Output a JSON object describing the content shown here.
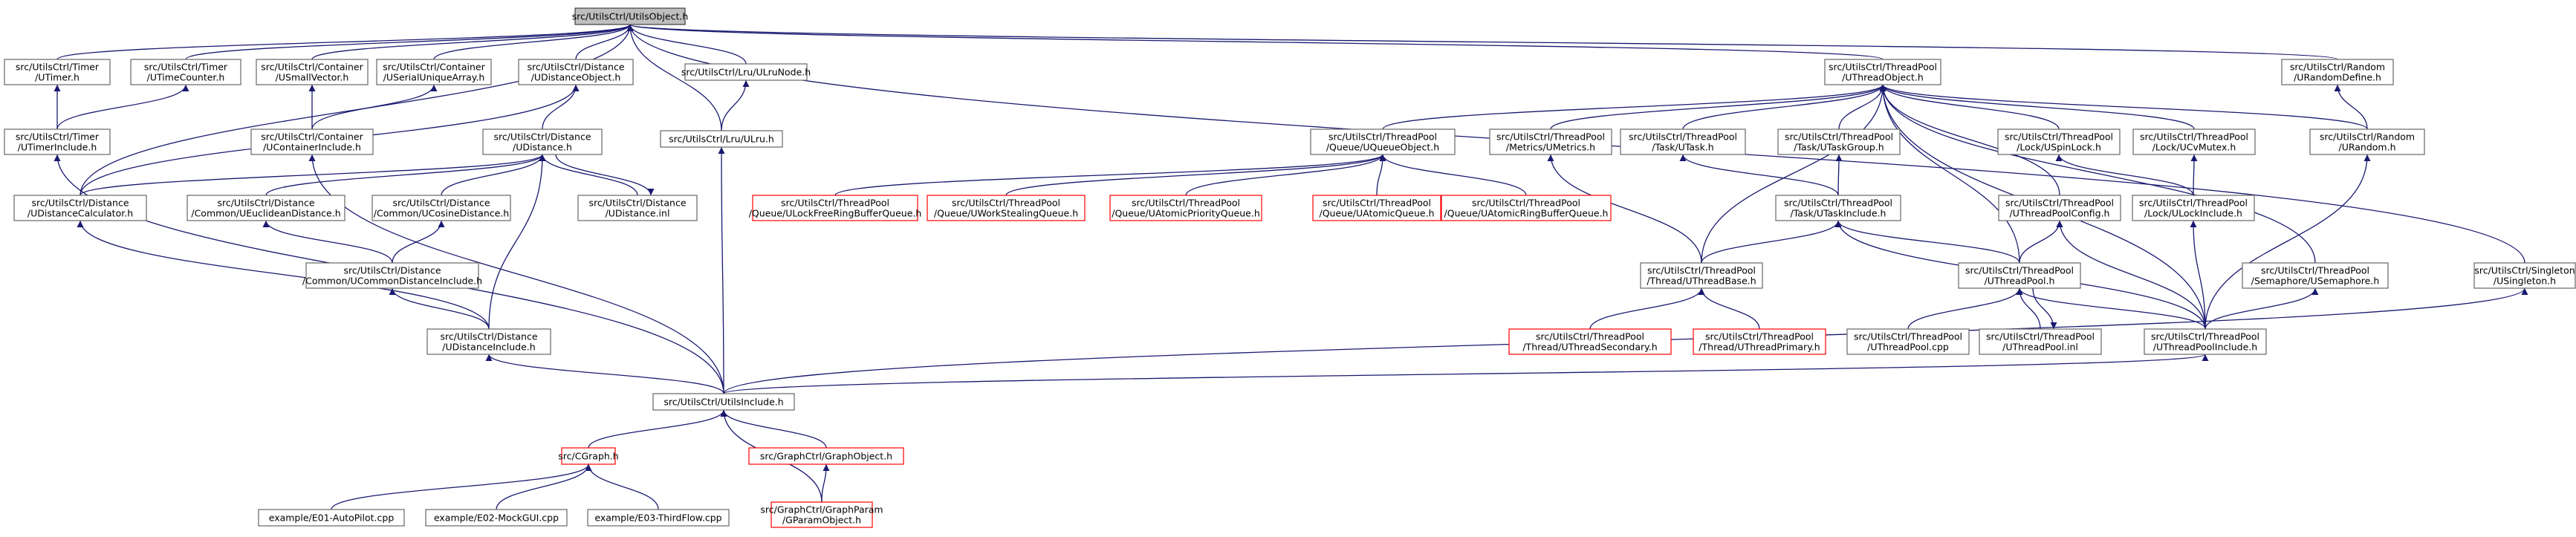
{
  "diagram": {
    "type": "include-dependency-graph",
    "colors": {
      "edge": "#191970",
      "node_border": "#666666",
      "node_border_incomplete": "#ff0000",
      "root_fill": "#bfbfbf",
      "background": "#ffffff"
    },
    "nodes": [
      {
        "id": "root",
        "lines": [
          "src/UtilsCtrl/UtilsObject.h"
        ],
        "style": "root"
      },
      {
        "id": "timer",
        "lines": [
          "src/UtilsCtrl/Timer",
          "/UTimer.h"
        ]
      },
      {
        "id": "timecounter",
        "lines": [
          "src/UtilsCtrl/Timer",
          "/UTimeCounter.h"
        ]
      },
      {
        "id": "smallvector",
        "lines": [
          "src/UtilsCtrl/Container",
          "/USmallVector.h"
        ]
      },
      {
        "id": "serialarray",
        "lines": [
          "src/UtilsCtrl/Container",
          "/USerialUniqueArray.h"
        ]
      },
      {
        "id": "distobject",
        "lines": [
          "src/UtilsCtrl/Distance",
          "/UDistanceObject.h"
        ]
      },
      {
        "id": "lrunode",
        "lines": [
          "src/UtilsCtrl/Lru/ULruNode.h"
        ]
      },
      {
        "id": "tpobject",
        "lines": [
          "src/UtilsCtrl/ThreadPool",
          "/UThreadObject.h"
        ]
      },
      {
        "id": "randomdefine",
        "lines": [
          "src/UtilsCtrl/Random",
          "/URandomDefine.h"
        ]
      },
      {
        "id": "timerinclude",
        "lines": [
          "src/UtilsCtrl/Timer",
          "/UTimerInclude.h"
        ]
      },
      {
        "id": "containerinclude",
        "lines": [
          "src/UtilsCtrl/Container",
          "/UContainerInclude.h"
        ]
      },
      {
        "id": "distance",
        "lines": [
          "src/UtilsCtrl/Distance",
          "/UDistance.h"
        ]
      },
      {
        "id": "lru",
        "lines": [
          "src/UtilsCtrl/Lru/ULru.h"
        ]
      },
      {
        "id": "queueobject",
        "lines": [
          "src/UtilsCtrl/ThreadPool",
          "/Queue/UQueueObject.h"
        ]
      },
      {
        "id": "metrics",
        "lines": [
          "src/UtilsCtrl/ThreadPool",
          "/Metrics/UMetrics.h"
        ]
      },
      {
        "id": "task",
        "lines": [
          "src/UtilsCtrl/ThreadPool",
          "/Task/UTask.h"
        ]
      },
      {
        "id": "taskgroup",
        "lines": [
          "src/UtilsCtrl/ThreadPool",
          "/Task/UTaskGroup.h"
        ]
      },
      {
        "id": "spinlock",
        "lines": [
          "src/UtilsCtrl/ThreadPool",
          "/Lock/USpinLock.h"
        ]
      },
      {
        "id": "cvmutex",
        "lines": [
          "src/UtilsCtrl/ThreadPool",
          "/Lock/UCvMutex.h"
        ]
      },
      {
        "id": "random",
        "lines": [
          "src/UtilsCtrl/Random",
          "/URandom.h"
        ]
      },
      {
        "id": "distcalc",
        "lines": [
          "src/UtilsCtrl/Distance",
          "/UDistanceCalculator.h"
        ]
      },
      {
        "id": "euclid",
        "lines": [
          "src/UtilsCtrl/Distance",
          "/Common/UEuclideanDistance.h"
        ]
      },
      {
        "id": "cosine",
        "lines": [
          "src/UtilsCtrl/Distance",
          "/Common/UCosineDistance.h"
        ]
      },
      {
        "id": "distinl",
        "lines": [
          "src/UtilsCtrl/Distance",
          "/UDistance.inl"
        ]
      },
      {
        "id": "lockfree",
        "lines": [
          "src/UtilsCtrl/ThreadPool",
          "/Queue/ULockFreeRingBufferQueue.h"
        ],
        "style": "red"
      },
      {
        "id": "workstealing",
        "lines": [
          "src/UtilsCtrl/ThreadPool",
          "/Queue/UWorkStealingQueue.h"
        ],
        "style": "red"
      },
      {
        "id": "atomicpriority",
        "lines": [
          "src/UtilsCtrl/ThreadPool",
          "/Queue/UAtomicPriorityQueue.h"
        ],
        "style": "red"
      },
      {
        "id": "atomicqueue",
        "lines": [
          "src/UtilsCtrl/ThreadPool",
          "/Queue/UAtomicQueue.h"
        ],
        "style": "red"
      },
      {
        "id": "atomicring",
        "lines": [
          "src/UtilsCtrl/ThreadPool",
          "/Queue/UAtomicRingBufferQueue.h"
        ],
        "style": "red"
      },
      {
        "id": "taskinclude",
        "lines": [
          "src/UtilsCtrl/ThreadPool",
          "/Task/UTaskInclude.h"
        ]
      },
      {
        "id": "tpconfig",
        "lines": [
          "src/UtilsCtrl/ThreadPool",
          "/UThreadPoolConfig.h"
        ]
      },
      {
        "id": "lockinclude",
        "lines": [
          "src/UtilsCtrl/ThreadPool",
          "/Lock/ULockInclude.h"
        ]
      },
      {
        "id": "commondist",
        "lines": [
          "src/UtilsCtrl/Distance",
          "/Common/UCommonDistanceInclude.h"
        ]
      },
      {
        "id": "threadbase",
        "lines": [
          "src/UtilsCtrl/ThreadPool",
          "/Thread/UThreadBase.h"
        ]
      },
      {
        "id": "threadpool",
        "lines": [
          "src/UtilsCtrl/ThreadPool",
          "/UThreadPool.h"
        ]
      },
      {
        "id": "semaphore",
        "lines": [
          "src/UtilsCtrl/ThreadPool",
          "/Semaphore/USemaphore.h"
        ]
      },
      {
        "id": "singleton",
        "lines": [
          "src/UtilsCtrl/Singleton",
          "/USingleton.h"
        ]
      },
      {
        "id": "distinclude",
        "lines": [
          "src/UtilsCtrl/Distance",
          "/UDistanceInclude.h"
        ]
      },
      {
        "id": "threadsecondary",
        "lines": [
          "src/UtilsCtrl/ThreadPool",
          "/Thread/UThreadSecondary.h"
        ],
        "style": "red"
      },
      {
        "id": "threadprimary",
        "lines": [
          "src/UtilsCtrl/ThreadPool",
          "/Thread/UThreadPrimary.h"
        ],
        "style": "red"
      },
      {
        "id": "tpcpp",
        "lines": [
          "src/UtilsCtrl/ThreadPool",
          "/UThreadPool.cpp"
        ]
      },
      {
        "id": "tpinl",
        "lines": [
          "src/UtilsCtrl/ThreadPool",
          "/UThreadPool.inl"
        ]
      },
      {
        "id": "tpinclude",
        "lines": [
          "src/UtilsCtrl/ThreadPool",
          "/UThreadPoolInclude.h"
        ]
      },
      {
        "id": "utilsinclude",
        "lines": [
          "src/UtilsCtrl/UtilsInclude.h"
        ]
      },
      {
        "id": "cgraph",
        "lines": [
          "src/CGraph.h"
        ],
        "style": "red"
      },
      {
        "id": "graphobject",
        "lines": [
          "src/GraphCtrl/GraphObject.h"
        ],
        "style": "red"
      },
      {
        "id": "graphparam",
        "lines": [
          "src/GraphCtrl/GraphParam",
          "/GParamObject.h"
        ],
        "style": "red"
      },
      {
        "id": "e01",
        "lines": [
          "example/E01-AutoPilot.cpp"
        ]
      },
      {
        "id": "e02",
        "lines": [
          "example/E02-MockGUI.cpp"
        ]
      },
      {
        "id": "e03",
        "lines": [
          "example/E03-ThirdFlow.cpp"
        ]
      }
    ],
    "edges": [
      [
        "root",
        "timer"
      ],
      [
        "root",
        "timecounter"
      ],
      [
        "root",
        "smallvector"
      ],
      [
        "root",
        "serialarray"
      ],
      [
        "root",
        "distobject"
      ],
      [
        "root",
        "lrunode"
      ],
      [
        "root",
        "lru"
      ],
      [
        "root",
        "tpobject"
      ],
      [
        "root",
        "randomdefine"
      ],
      [
        "root",
        "singleton"
      ],
      [
        "root",
        "distcalc"
      ],
      [
        "timer",
        "timerinclude"
      ],
      [
        "timecounter",
        "timerinclude"
      ],
      [
        "smallvector",
        "containerinclude"
      ],
      [
        "serialarray",
        "containerinclude"
      ],
      [
        "distobject",
        "distance"
      ],
      [
        "distobject",
        "distcalc"
      ],
      [
        "lrunode",
        "lru"
      ],
      [
        "tpobject",
        "queueobject"
      ],
      [
        "tpobject",
        "metrics"
      ],
      [
        "tpobject",
        "task"
      ],
      [
        "tpobject",
        "taskgroup"
      ],
      [
        "tpobject",
        "spinlock"
      ],
      [
        "tpobject",
        "cvmutex"
      ],
      [
        "tpobject",
        "random"
      ],
      [
        "tpobject",
        "threadbase"
      ],
      [
        "tpobject",
        "tpconfig"
      ],
      [
        "tpobject",
        "threadpool"
      ],
      [
        "tpobject",
        "semaphore"
      ],
      [
        "tpobject",
        "tpinclude"
      ],
      [
        "randomdefine",
        "random"
      ],
      [
        "timerinclude",
        "utilsinclude"
      ],
      [
        "containerinclude",
        "utilsinclude"
      ],
      [
        "distance",
        "distcalc"
      ],
      [
        "distance",
        "euclid"
      ],
      [
        "distance",
        "cosine"
      ],
      [
        "distance",
        "distinl"
      ],
      [
        "distance",
        "distinclude"
      ],
      [
        "distinl",
        "distance"
      ],
      [
        "lru",
        "utilsinclude"
      ],
      [
        "queueobject",
        "lockfree"
      ],
      [
        "queueobject",
        "workstealing"
      ],
      [
        "queueobject",
        "atomicpriority"
      ],
      [
        "queueobject",
        "atomicqueue"
      ],
      [
        "queueobject",
        "atomicring"
      ],
      [
        "metrics",
        "threadbase"
      ],
      [
        "task",
        "taskinclude"
      ],
      [
        "taskgroup",
        "taskinclude"
      ],
      [
        "spinlock",
        "lockinclude"
      ],
      [
        "cvmutex",
        "lockinclude"
      ],
      [
        "random",
        "tpinclude"
      ],
      [
        "distcalc",
        "distinclude"
      ],
      [
        "euclid",
        "commondist"
      ],
      [
        "cosine",
        "commondist"
      ],
      [
        "commondist",
        "distinclude"
      ],
      [
        "taskinclude",
        "threadbase"
      ],
      [
        "taskinclude",
        "threadpool"
      ],
      [
        "taskinclude",
        "tpinclude"
      ],
      [
        "tpconfig",
        "threadpool"
      ],
      [
        "tpconfig",
        "tpinclude"
      ],
      [
        "lockinclude",
        "tpinclude"
      ],
      [
        "threadbase",
        "threadsecondary"
      ],
      [
        "threadbase",
        "threadprimary"
      ],
      [
        "threadpool",
        "tpcpp"
      ],
      [
        "threadpool",
        "tpinl"
      ],
      [
        "threadpool",
        "tpinclude"
      ],
      [
        "tpinl",
        "threadpool"
      ],
      [
        "semaphore",
        "tpinclude"
      ],
      [
        "singleton",
        "utilsinclude"
      ],
      [
        "distinclude",
        "utilsinclude"
      ],
      [
        "tpinclude",
        "utilsinclude"
      ],
      [
        "utilsinclude",
        "cgraph"
      ],
      [
        "utilsinclude",
        "graphobject"
      ],
      [
        "utilsinclude",
        "graphparam"
      ],
      [
        "graphobject",
        "graphparam"
      ],
      [
        "cgraph",
        "e01"
      ],
      [
        "cgraph",
        "e02"
      ],
      [
        "cgraph",
        "e03"
      ]
    ]
  }
}
